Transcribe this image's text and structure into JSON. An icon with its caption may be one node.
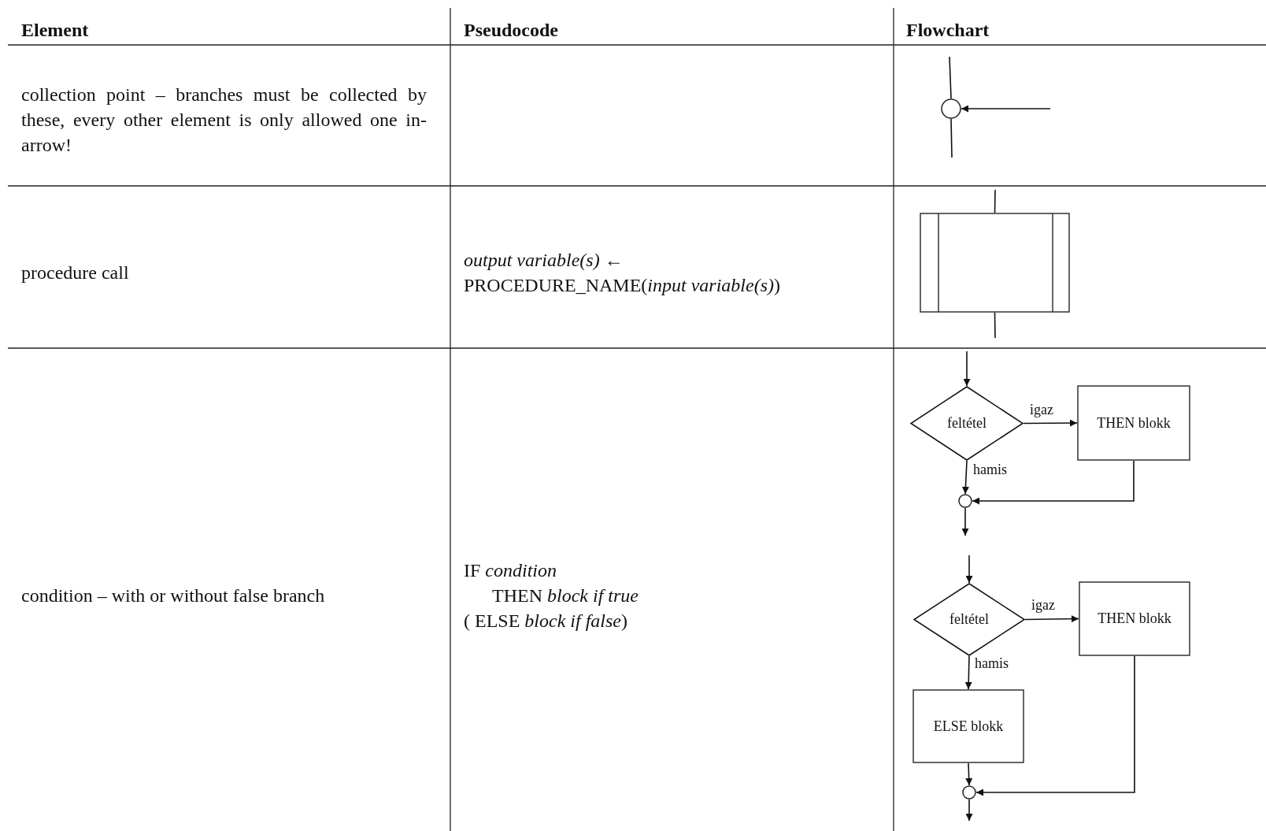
{
  "diagram": {
    "nodes": [
      {
        "text": [],
        "shape": "circle"
      },
      {
        "text": [],
        "shape": "box"
      },
      {
        "text": [
          "feltétel"
        ]
      },
      {
        "text": [
          "THEN blokk"
        ]
      },
      {
        "text": [],
        "shape": "circle"
      },
      {
        "text": [
          "feltétel"
        ]
      },
      {
        "text": [
          "THEN blokk"
        ]
      },
      {
        "text": [
          "ELSE blokk"
        ]
      },
      {
        "text": [],
        "shape": "circle"
      }
    ],
    "edges": [
      {
        "from": null,
        "to": 0,
        "arrow": "none"
      },
      {
        "from": 0,
        "to": null,
        "arrow": "none"
      },
      {
        "from": null,
        "to": 0,
        "arrow": "to"
      },
      {
        "from": null,
        "to": 1,
        "arrow": "none"
      },
      {
        "from": 1,
        "to": null,
        "arrow": "none"
      },
      {
        "from": null,
        "to": 2,
        "arrow": "to"
      },
      {
        "from": 2,
        "to": 3,
        "arrow": "to",
        "label": "igaz"
      },
      {
        "from": 2,
        "to": 4,
        "arrow": "to",
        "label": "hamis"
      },
      {
        "from": 3,
        "to": 4,
        "arrow": "to"
      },
      {
        "from": 4,
        "to": null,
        "arrow": "to"
      },
      {
        "from": null,
        "to": 5,
        "arrow": "to"
      },
      {
        "from": 5,
        "to": 6,
        "arrow": "to",
        "label": "igaz"
      },
      {
        "from": 5,
        "to": 7,
        "arrow": "to",
        "label": "hamis"
      },
      {
        "from": 7,
        "to": 8,
        "arrow": "to"
      },
      {
        "from": 6,
        "to": 8,
        "arrow": "to"
      },
      {
        "from": 8,
        "to": null,
        "arrow": "to"
      }
    ],
    "labels": [
      "Element",
      "Pseudocode",
      "Flowchart",
      "collection point – branches must be collected by these, every other element is only allowed one in-arrow!",
      "procedure call",
      "*output variable(s)* ← PROCEDURE_NAME(*input variable(s)*)",
      "condition – with or without false branch",
      "IF *condition*",
      "THEN *block if true*",
      "( ELSE *block if false*)"
    ]
  }
}
